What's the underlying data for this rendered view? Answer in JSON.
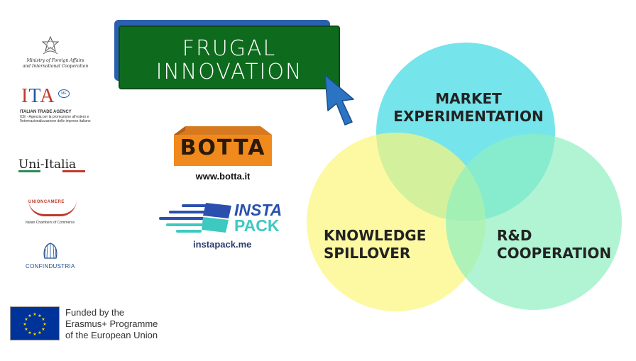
{
  "title_button": {
    "line1": "FRUGAL",
    "line2": "INNOVATION"
  },
  "venn": {
    "top": {
      "line1": "MARKET",
      "line2": "EXPERIMENTATION",
      "color": "#5ee0e8"
    },
    "left": {
      "line1": "KNOWLEDGE",
      "line2": "SPILLOVER",
      "color": "#fbf77a"
    },
    "right": {
      "line1": "R&D",
      "line2": "COOPERATION",
      "color": "#8fefc0"
    }
  },
  "logos": {
    "ministry": {
      "line1": "Ministry of Foreign Affairs",
      "line2": "and International Cooperation"
    },
    "ita": {
      "mark_i": "I",
      "mark_t": "T",
      "mark_a": "A",
      "badge": "ME",
      "name": "ITALIAN TRADE AGENCY",
      "sub1": "ICE - Agenzia per la promozione all'estero e",
      "sub2": "l'internazionalizzazione delle imprese italiane"
    },
    "uniitalia": "Uni-Italia",
    "unioncamere": {
      "name": "UNIONCAMERE",
      "sub": "Italian Chambers of Commerce"
    },
    "confindustria": "CONFINDUSTRIA"
  },
  "sponsors": {
    "botta": {
      "word": "BOTTA",
      "url": "www.botta.it"
    },
    "instapack": {
      "insta": "INSTA",
      "pack": "PACK",
      "url": "instapack.me"
    }
  },
  "eu": {
    "line1": "Funded by the",
    "line2": "Erasmus+ Programme",
    "line3": "of the European Union"
  },
  "colors": {
    "green": "#0e6b1e",
    "blue": "#2b5fb0",
    "eu_blue": "#003399",
    "eu_star": "#ffdd00"
  }
}
